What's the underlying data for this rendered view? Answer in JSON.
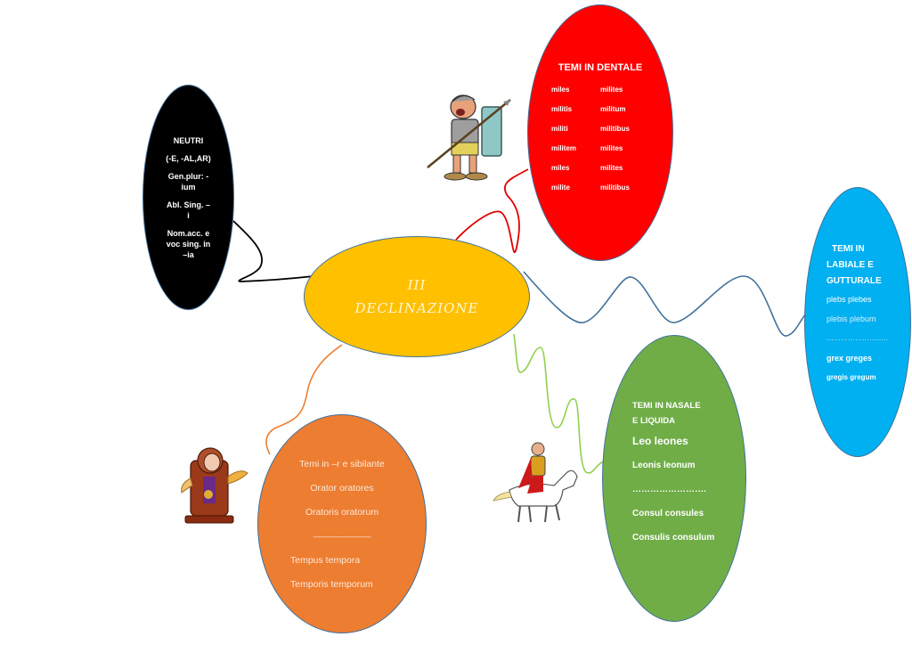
{
  "diagram": {
    "title": "III DECLINAZIONE",
    "center": {
      "lines": [
        "III",
        "DECLINAZIONE"
      ],
      "color": "#ffc000"
    },
    "nodes": {
      "neutri": {
        "color": "#000000",
        "lines": [
          "NEUTRI",
          "(-E, -AL,AR)",
          "Gen.plur: -",
          "ium",
          "Abl. Sing. –",
          "i",
          "Nom.acc. e",
          "voc sing. in",
          "–ia"
        ]
      },
      "dentale": {
        "color": "#ff0000",
        "title": "TEMI IN DENTALE",
        "rows": [
          [
            "miles",
            "milites"
          ],
          [
            "militis",
            "militum"
          ],
          [
            "militi",
            "militibus"
          ],
          [
            "militem",
            "milites"
          ],
          [
            "miles",
            "milites"
          ],
          [
            "milite",
            "militibus"
          ]
        ]
      },
      "labiale": {
        "color": "#00b0f0",
        "title_lines": [
          "TEMI IN",
          "LABIALE E",
          "GUTTURALE"
        ],
        "lines": [
          "plebs plebes",
          "plebis  plebum",
          "……………………..",
          "grex    greges",
          "gregis  gregum"
        ]
      },
      "nasale": {
        "color": "#70ad47",
        "title_lines": [
          "TEMI IN NASALE",
          "E LIQUIDA"
        ],
        "lines": [
          "Leo   leones",
          "Leonis leonum",
          "…………………….",
          "Consul consules",
          "Consulis consulum"
        ]
      },
      "sibilante": {
        "color": "#ed7d31",
        "lines": [
          "Temi in –r e sibilante",
          "Orator oratores",
          "Oratoris oratorum",
          "------------------------------",
          "Tempus tempora",
          "Temporis temporum"
        ]
      }
    },
    "connector_colors": {
      "neutri": "#000000",
      "dentale": "#e00000",
      "labiale": "#41719c",
      "nasale": "#92d050",
      "sibilante": "#ed7d31"
    },
    "figures": {
      "soldier": "roman-soldier-illustration",
      "rider": "rider-on-horse-illustration",
      "clock": "clock-character-illustration"
    }
  }
}
